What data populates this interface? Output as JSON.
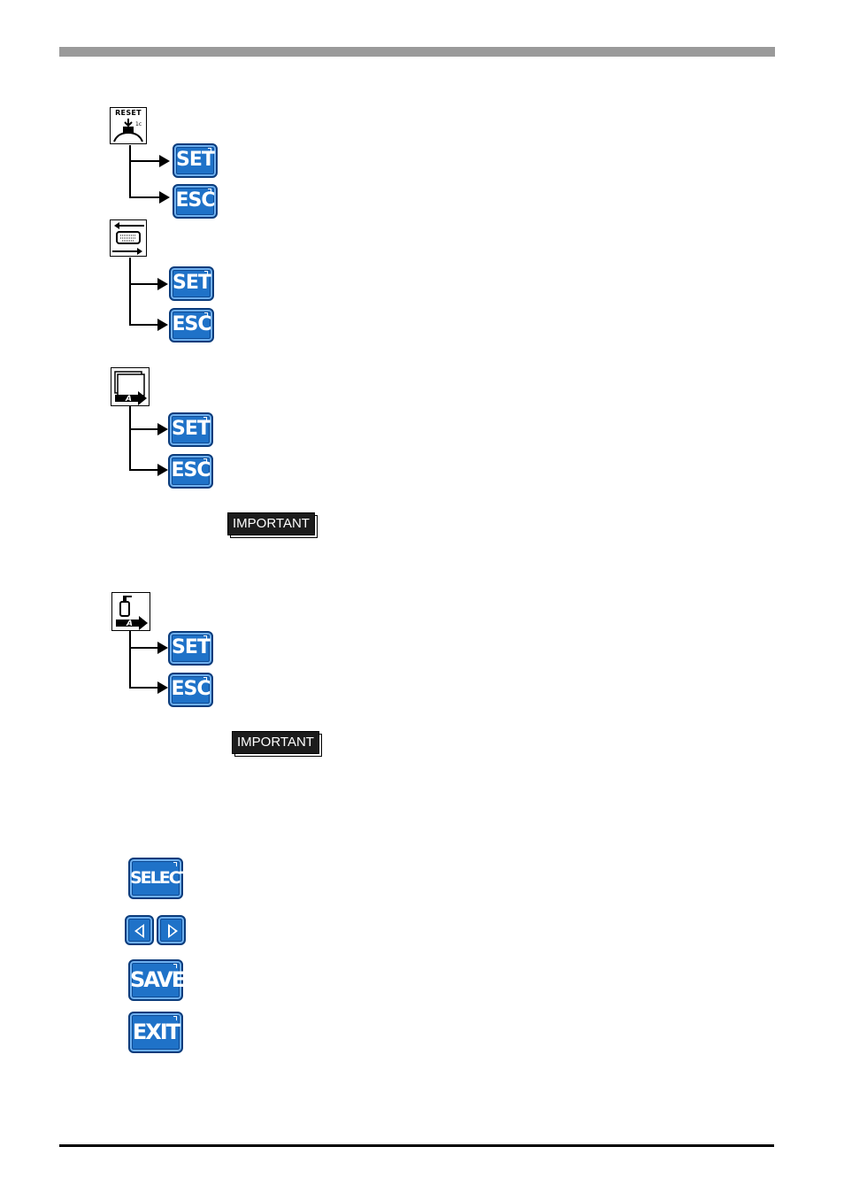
{
  "keys": {
    "set": "SET",
    "esc": "ESC",
    "select": "SELECT",
    "save": "SAVE",
    "exit": "EXIT"
  },
  "icons": {
    "reset_label": "RESET",
    "sections": [
      "reset-icon",
      "communication-port-icon",
      "screen-data-icon",
      "system-data-icon"
    ],
    "arrows": [
      "left-arrow-icon",
      "right-arrow-icon"
    ]
  },
  "important_label": "IMPORTANT",
  "colors": {
    "key_blue": "#1f72c8",
    "key_border": "#0b3c7c",
    "header_bar": "#9a9a9a"
  }
}
